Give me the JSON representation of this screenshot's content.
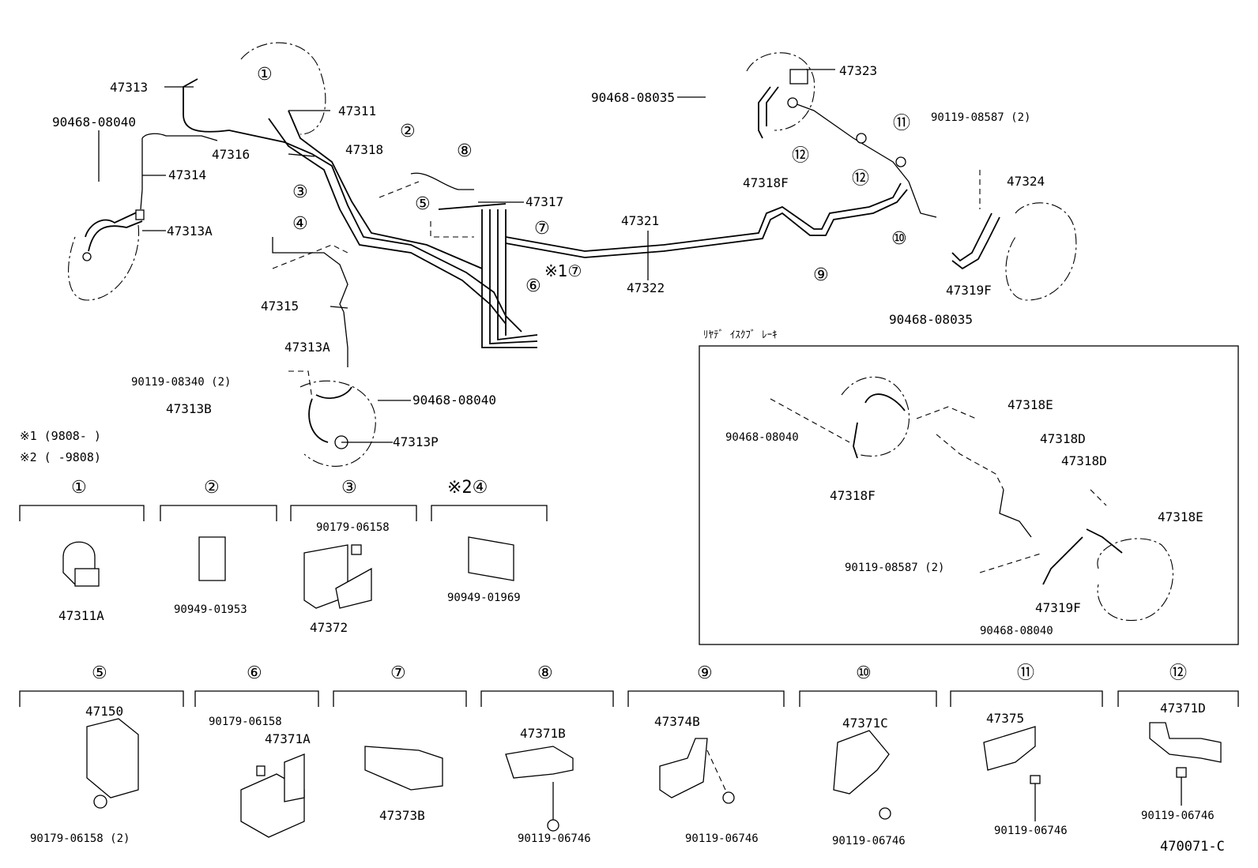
{
  "parts": {
    "p47313": "47313",
    "p47311": "47311",
    "p90468_08040_a": "90468-08040",
    "p47316": "47316",
    "p47314": "47314",
    "p47313A_a": "47313A",
    "p47318": "47318",
    "p47317": "47317",
    "p47321": "47321",
    "p47322": "47322",
    "p47315": "47315",
    "p47313A_b": "47313A",
    "p90119_08340": "90119-08340 (2)",
    "p90468_08040_b": "90468-08040",
    "p47313B": "47313B",
    "p47313P": "47313P",
    "p90468_08035_a": "90468-08035",
    "p47323": "47323",
    "p47318F_a": "47318F",
    "p90119_08587_a": "90119-08587 (2)",
    "p47324": "47324",
    "p47319F_a": "47319F",
    "p90468_08035_b": "90468-08035"
  },
  "callouts": {
    "c1": "①",
    "c2": "②",
    "c3": "③",
    "c4": "④",
    "c5": "⑤",
    "c6": "⑥",
    "c7": "⑦",
    "c7b": "※1⑦",
    "c8": "⑧",
    "c9": "⑨",
    "c10": "⑩",
    "c11": "⑪",
    "c12a": "⑫",
    "c12b": "⑫"
  },
  "notes": {
    "n1": "※1 (9808-     )",
    "n2": "※2 (     -9808)"
  },
  "inset": {
    "title": "ﾘﾔﾃﾞ ｲｽｸﾌﾞ ﾚｰｷ",
    "p90468_08040": "90468-08040",
    "p47318F": "47318F",
    "p47318E_a": "47318E",
    "p47318D_a": "47318D",
    "p47318D_b": "47318D",
    "p47318E_b": "47318E",
    "p90119_08587": "90119-08587 (2)",
    "p47319F": "47319F",
    "p90468_08040_b": "90468-08040"
  },
  "sections": [
    {
      "num": "①",
      "parts": [
        "47311A"
      ]
    },
    {
      "num": "②",
      "parts": [
        "90949-01953"
      ]
    },
    {
      "num": "③",
      "parts": [
        "90179-06158",
        "47372"
      ]
    },
    {
      "num": "※2④",
      "parts": [
        "90949-01969"
      ]
    },
    {
      "num": "⑤",
      "parts": [
        "47150",
        "90179-06158 (2)"
      ]
    },
    {
      "num": "⑥",
      "parts": [
        "90179-06158",
        "47371A"
      ]
    },
    {
      "num": "⑦",
      "parts": [
        "47373B"
      ]
    },
    {
      "num": "⑧",
      "parts": [
        "47371B",
        "90119-06746"
      ]
    },
    {
      "num": "⑨",
      "parts": [
        "47374B",
        "90119-06746"
      ]
    },
    {
      "num": "⑩",
      "parts": [
        "47371C",
        "90119-06746"
      ]
    },
    {
      "num": "⑪",
      "parts": [
        "47375",
        "90119-06746"
      ]
    },
    {
      "num": "⑫",
      "parts": [
        "47371D",
        "90119-06746"
      ]
    }
  ],
  "ref_code": "470071-C"
}
